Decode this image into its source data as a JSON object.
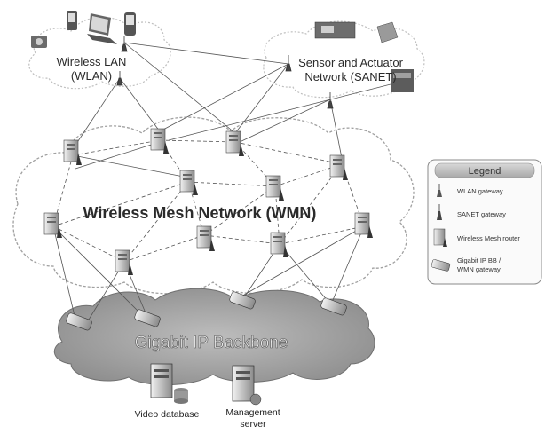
{
  "wlan": {
    "line1": "Wireless LAN",
    "line2": "(WLAN)"
  },
  "sanet": {
    "line1": "Sensor and Actuator",
    "line2": "Network (SANET)"
  },
  "wmn": {
    "title": "Wireless Mesh Network (WMN)"
  },
  "backbone": {
    "title": "Gigabit IP Backbone"
  },
  "servers": {
    "video": "Video database",
    "management_line1": "Management",
    "management_line2": "server"
  },
  "legend": {
    "title": "Legend",
    "items": [
      {
        "label": "WLAN gateway",
        "icon": "wlan-gateway-icon"
      },
      {
        "label": "SANET gateway",
        "icon": "sanet-gateway-icon"
      },
      {
        "label": "Wireless Mesh router",
        "icon": "mesh-router-icon"
      },
      {
        "label": "Gigabit IP BB /",
        "label2": "WMN gateway",
        "icon": "backbone-gateway-icon"
      }
    ]
  }
}
